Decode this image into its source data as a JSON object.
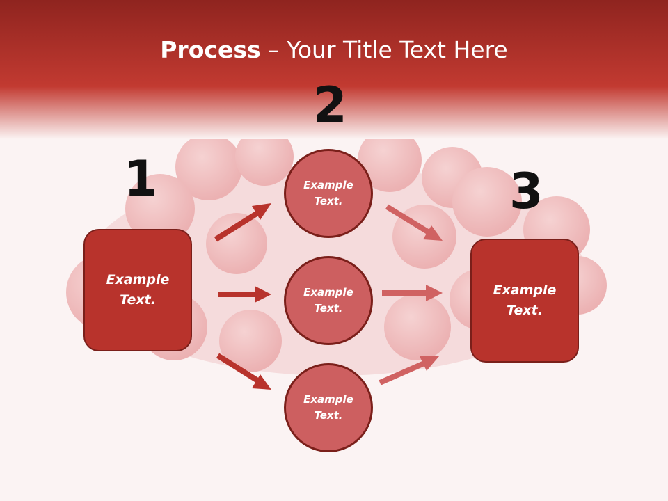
{
  "title": {
    "bold": "Process",
    "dash": " – ",
    "rest": "Your Title Text Here"
  },
  "steps": [
    {
      "number": "1",
      "text": "Example\nText."
    },
    {
      "number": "2",
      "items": [
        "Example\nText.",
        "Example\nText.",
        "Example\nText."
      ]
    },
    {
      "number": "3",
      "text": "Example\nText."
    }
  ],
  "colors": {
    "header": "#c23a31",
    "box_fill": "#b8332c",
    "circle_fill": "#cd5f60",
    "outline": "#7a1f1a",
    "arrow_dark": "#b8332c",
    "arrow_light": "#d06262"
  }
}
